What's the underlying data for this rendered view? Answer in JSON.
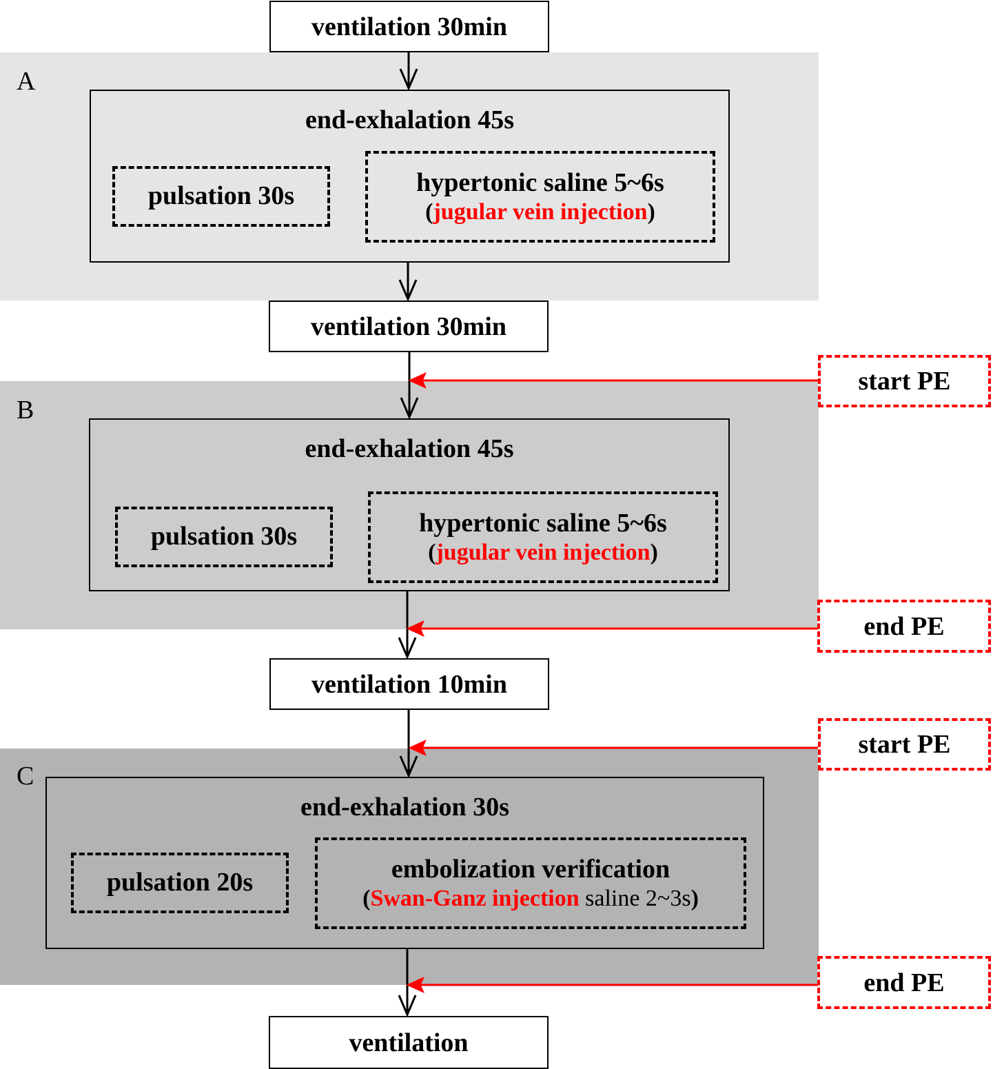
{
  "diagram": {
    "top_box": "ventilation 30min",
    "panels": [
      {
        "letter": "A",
        "group_title": "end-exhalation 45s",
        "left_box": "pulsation 30s",
        "right_box": {
          "title": "hypertonic saline 5~6s",
          "open_paren": "(",
          "red_text": "jugular vein injection",
          "black_suffix": "",
          "close_paren": ")"
        }
      },
      {
        "letter": "B",
        "group_title": "end-exhalation 45s",
        "left_box": "pulsation 30s",
        "right_box": {
          "title": "hypertonic saline 5~6s",
          "open_paren": "(",
          "red_text": "jugular vein injection",
          "black_suffix": "",
          "close_paren": ")"
        }
      },
      {
        "letter": "C",
        "group_title": "end-exhalation 30s",
        "left_box": "pulsation 20s",
        "right_box": {
          "title": "embolization verification",
          "open_paren": "(",
          "red_text": "Swan-Ganz injection",
          "black_suffix": " saline 2~3s",
          "close_paren": ")"
        }
      }
    ],
    "between_ab": "ventilation 30min",
    "between_bc": "ventilation 10min",
    "final_box": "ventilation",
    "markers": [
      {
        "label": "start PE"
      },
      {
        "label": "end PE"
      },
      {
        "label": "start PE"
      },
      {
        "label": "end PE"
      }
    ],
    "colors": {
      "panel_a": "#e5e5e5",
      "panel_b": "#cccccc",
      "panel_c": "#b3b3b3",
      "marker": "#ff0000",
      "injection_text": "#ff0000"
    }
  }
}
